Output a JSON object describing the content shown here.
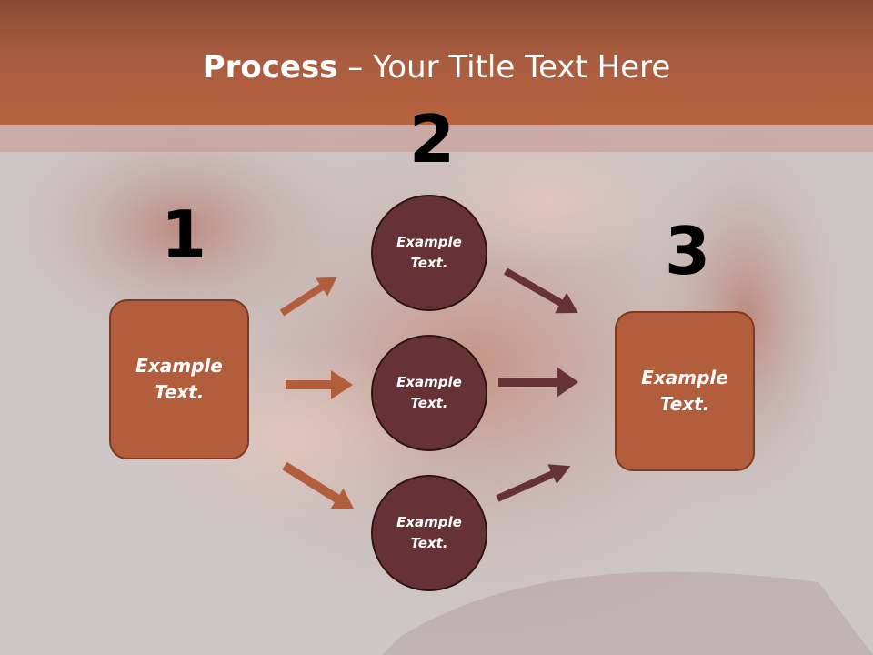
{
  "slide": {
    "title_bold": "Process",
    "title_rest": " – Your Title Text Here"
  },
  "steps": {
    "one": {
      "number": "1",
      "box_text": "Example\nText."
    },
    "two": {
      "number": "2",
      "circles": [
        "Example\nText.",
        "Example\nText.",
        "Example\nText."
      ]
    },
    "three": {
      "number": "3",
      "box_text": "Example\nText."
    }
  },
  "colors": {
    "header": "#b7633f",
    "box": "#b25e3c",
    "circle": "#673236",
    "arrow_left": "#b25e3c",
    "arrow_right": "#673236"
  }
}
